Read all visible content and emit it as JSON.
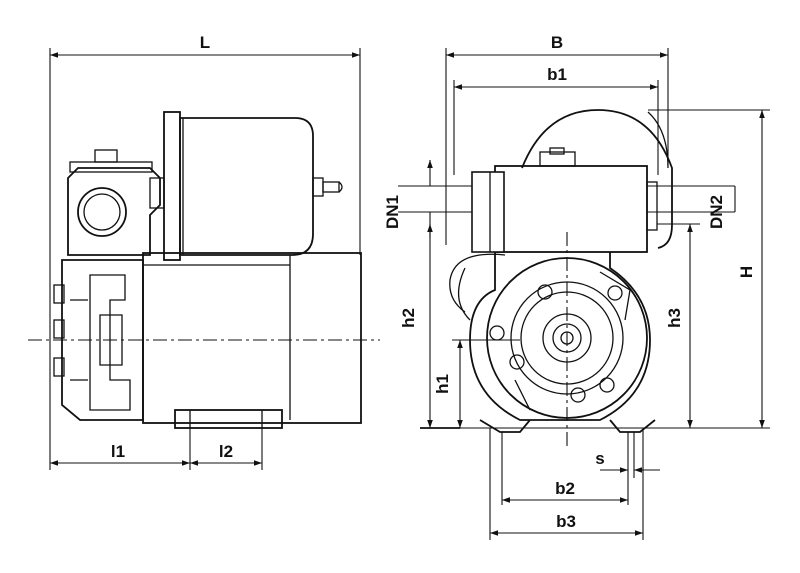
{
  "labels": {
    "L": "L",
    "l1": "l1",
    "l2": "l2",
    "B": "B",
    "b1": "b1",
    "b2": "b2",
    "b3": "b3",
    "s": "s",
    "H": "H",
    "h1": "h1",
    "h2": "h2",
    "h3": "h3",
    "DN1": "DN1",
    "DN2": "DN2"
  }
}
